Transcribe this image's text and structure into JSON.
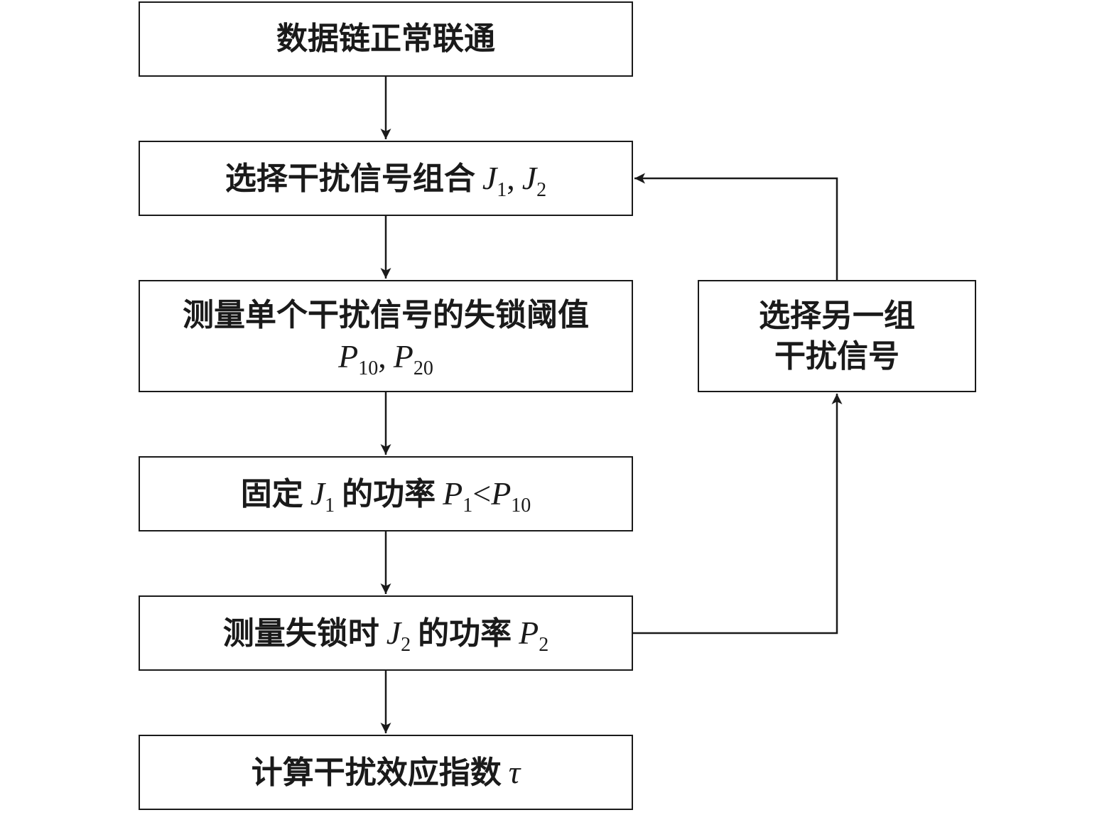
{
  "steps": {
    "connect": {
      "text": "数据链正常联通"
    },
    "select_combo": {
      "text": "选择干扰信号组合",
      "j1": "J",
      "j1_sub": "1",
      "sep": ",",
      "j2": "J",
      "j2_sub": "2"
    },
    "measure_threshold": {
      "line1": "测量单个干扰信号的失锁阈值",
      "p1": "P",
      "p1_sub": "10",
      "sep": ",",
      "p2": "P",
      "p2_sub": "20"
    },
    "fix_power": {
      "prefix": "固定",
      "j": "J",
      "j_sub": "1",
      "mid": "的功率",
      "p": "P",
      "p_sub": "1",
      "op": "<",
      "p2": "P",
      "p2_sub": "10"
    },
    "measure_lock": {
      "prefix": "测量失锁时",
      "j": "J",
      "j_sub": "2",
      "mid": "的功率",
      "p": "P",
      "p_sub": "2"
    },
    "compute_index": {
      "text": "计算干扰效应指数",
      "tau": "τ"
    }
  },
  "side": {
    "line1": "选择另一组",
    "line2": "干扰信号"
  },
  "colors": {
    "stroke": "#1a1a1a",
    "background": "#ffffff"
  }
}
